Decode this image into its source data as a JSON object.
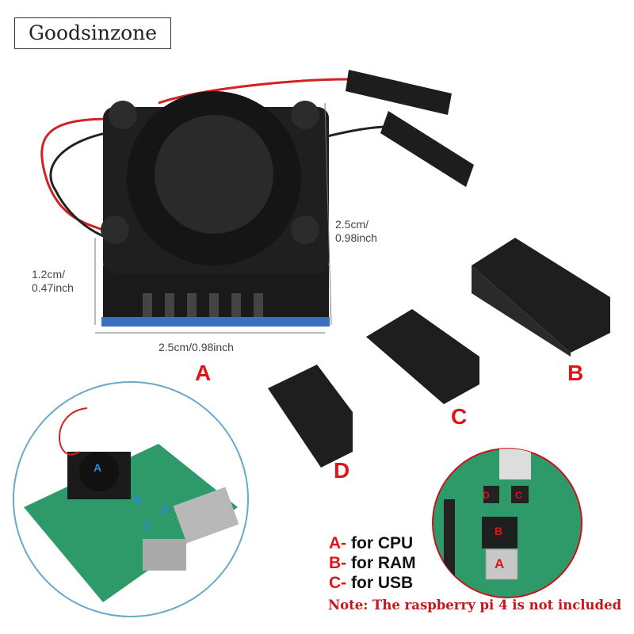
{
  "brand": {
    "logo_text": "Goodsinzone"
  },
  "dimensions": {
    "fan_height": "2.5cm/\n0.98inch",
    "fan_height_line1": "2.5cm/",
    "fan_height_line2": "0.98inch",
    "heatsink_height_line1": "1.2cm/",
    "heatsink_height_line2": "0.47inch",
    "width": "2.5cm/0.98inch"
  },
  "part_labels": {
    "a": "A",
    "b": "B",
    "c": "C",
    "d": "D"
  },
  "board_labels": {
    "a": "A",
    "b": "B",
    "c": "C",
    "d": "D"
  },
  "legend": [
    {
      "key": "A-",
      "text": " for CPU"
    },
    {
      "key": "B-",
      "text": " for RAM"
    },
    {
      "key": "C-",
      "text": " for USB"
    }
  ],
  "note": "Note: The raspberry pi 4 is not included",
  "colors": {
    "accent_red": "#e0141b",
    "board_green": "#2e9a6a",
    "left_circle": "#6aa8c8",
    "right_circle": "#c8141b",
    "label_blue": "#2a8ae0"
  }
}
